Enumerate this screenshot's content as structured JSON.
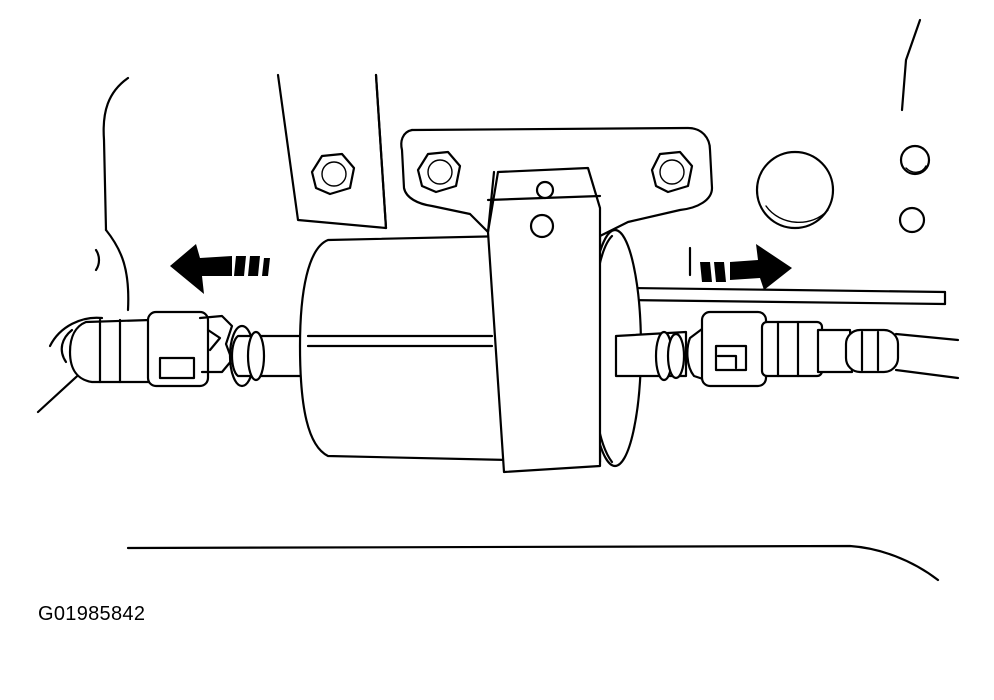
{
  "figure": {
    "id_label": "G01985842",
    "ink_color": "#000000",
    "background_color": "#ffffff",
    "arrows": [
      {
        "name": "disconnect-left",
        "direction": "left"
      },
      {
        "name": "disconnect-right",
        "direction": "right"
      }
    ]
  }
}
